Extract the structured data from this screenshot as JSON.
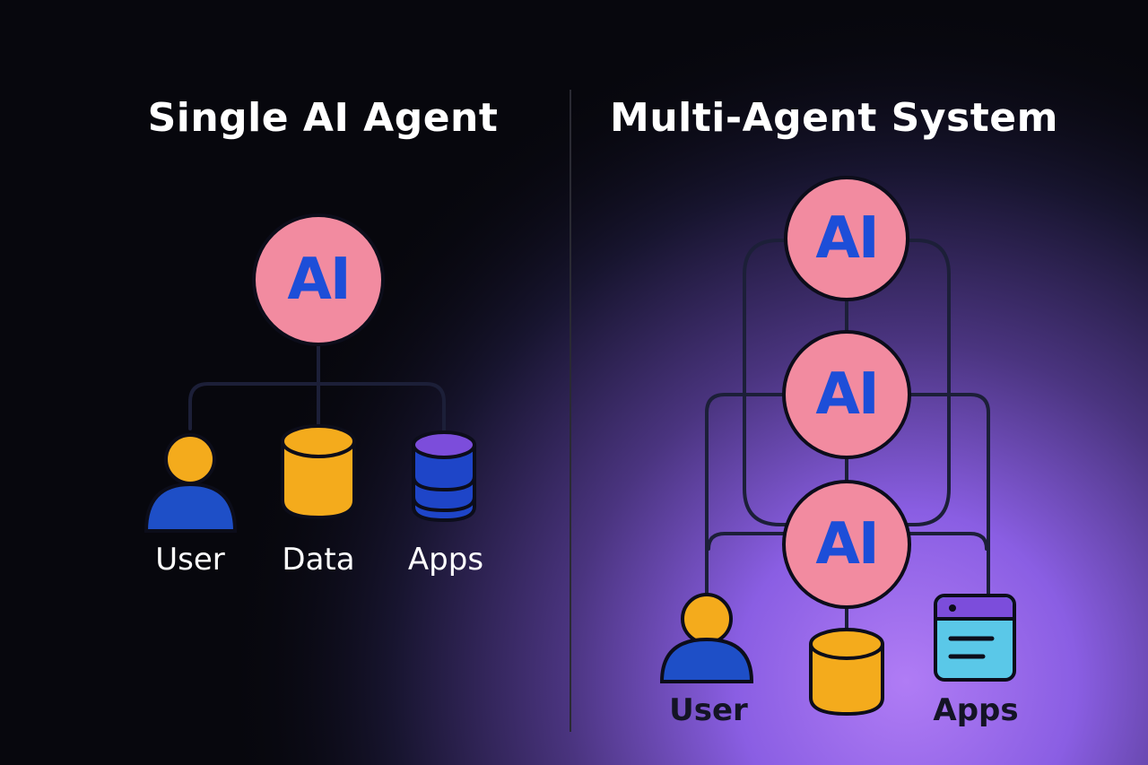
{
  "left": {
    "title": "Single AI Agent",
    "ai_label": "AI",
    "items": [
      {
        "label": "User",
        "icon": "user-icon"
      },
      {
        "label": "Data",
        "icon": "database-icon"
      },
      {
        "label": "Apps",
        "icon": "apps-stack-icon"
      }
    ]
  },
  "right": {
    "title": "Multi-Agent System",
    "ai_label": "AI",
    "items": [
      {
        "label": "User",
        "icon": "user-icon"
      },
      {
        "label": "Apps",
        "icon": "app-window-icon"
      }
    ]
  },
  "colors": {
    "ai_fill": "#f28ba0",
    "ai_text": "#1d4ed8",
    "user_head": "#f4ab1c",
    "user_body": "#1e4fc7",
    "data": "#f4ab1c",
    "apps_top": "#7c4ddb",
    "apps_body": "#1e45c8",
    "window_body": "#5ac8e8",
    "glow": "#9b6cf2"
  }
}
